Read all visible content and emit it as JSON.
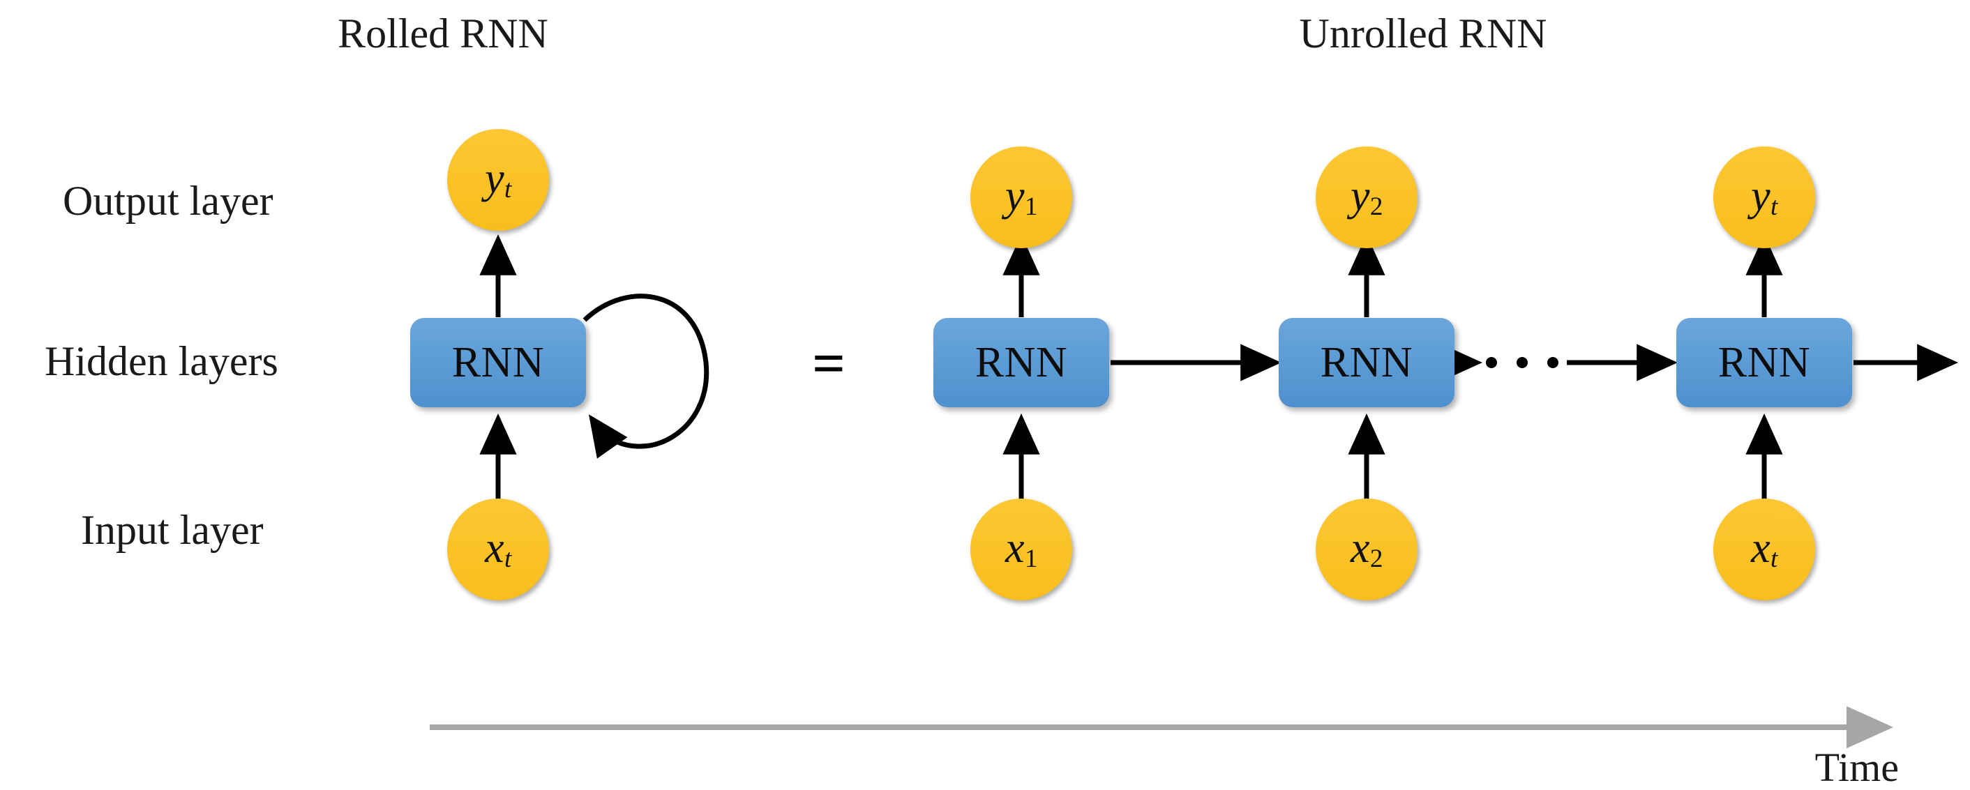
{
  "figure": {
    "background_color": "#FFFFFF",
    "node_color": "#FBC02A",
    "cell_color": "#5B9BD5",
    "arrow_color": "#000000",
    "time_axis_color": "#A6A6A6"
  },
  "titles": {
    "rolled": "Rolled RNN",
    "unrolled": "Unrolled RNN"
  },
  "side_labels": {
    "output": "Output layer",
    "hidden": "Hidden layers",
    "input": "Input layer"
  },
  "equals_sign": "=",
  "cell_label": "RNN",
  "rolled": {
    "output_node": {
      "base": "y",
      "sub": "t"
    },
    "input_node": {
      "base": "x",
      "sub": "t"
    },
    "cell": "RNN",
    "self_loop": "recurrent-self-loop"
  },
  "unrolled": {
    "steps": [
      {
        "output": {
          "base": "y",
          "sub": "1"
        },
        "cell": "RNN",
        "input": {
          "base": "x",
          "sub": "1"
        }
      },
      {
        "output": {
          "base": "y",
          "sub": "2"
        },
        "cell": "RNN",
        "input": {
          "base": "x",
          "sub": "2"
        }
      },
      {
        "output": {
          "base": "y",
          "sub": "t"
        },
        "cell": "RNN",
        "input": {
          "base": "x",
          "sub": "t"
        }
      }
    ],
    "ellipsis": "· · ·"
  },
  "time_axis": {
    "label": "Time",
    "direction": "left-to-right"
  }
}
